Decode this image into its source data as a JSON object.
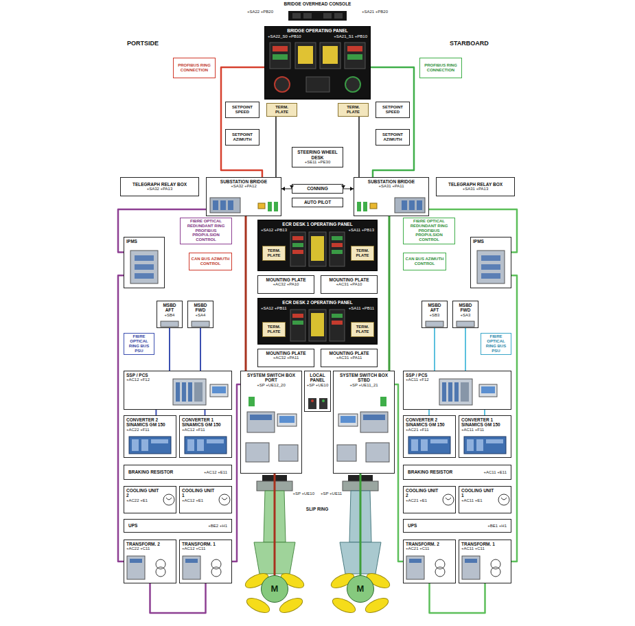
{
  "diagram": {
    "nodes": [
      {
        "text": [
          "BRIDGE OVERHEAD CONSOLE",
          "+SA22 +PB20",
          "+SA21 +PB20"
        ]
      },
      {
        "text": [
          "BRIDGE OPERATING PANEL",
          "+SA22_S0 +PB10",
          "+SA21_S1 +PB10"
        ]
      },
      {
        "text": [
          "PROFIBUS RING CONNECTION"
        ]
      },
      {
        "text": [
          "PROFIBUS RING CONNECTION"
        ]
      },
      {
        "text": [
          "TERM. PLATE"
        ]
      },
      {
        "text": [
          "TERM. PLATE"
        ]
      },
      {
        "text": [
          "SETPOINT SPEED"
        ]
      },
      {
        "text": [
          "SETPOINT SPEED"
        ]
      },
      {
        "text": [
          "SETPOINT AZIMUTH"
        ]
      },
      {
        "text": [
          "SETPOINT AZIMUTH"
        ]
      },
      {
        "text": [
          "STEERING WHEEL DESK",
          "+SE11 +PE30"
        ]
      },
      {
        "text": [
          "TELEGRAPH RELAY BOX",
          "+SA32 +PA13"
        ]
      },
      {
        "text": [
          "SUBSTATION BRIDGE",
          "+SA32 +PA12"
        ]
      },
      {
        "text": [
          "CONNING"
        ]
      },
      {
        "text": [
          "AUTO PILOT"
        ]
      },
      {
        "text": [
          "SUBSTATION BRIDGE",
          "+SA31 +PA11"
        ]
      },
      {
        "text": [
          "TELEGRAPH RELAY BOX",
          "+SA31 +PA13"
        ]
      },
      {
        "text": [
          "FIBRE OPTICAL REDUNDANT RING PROFIBUS PROPULSION CONTROL"
        ]
      },
      {
        "text": [
          "FIBRE OPTICAL REDUNDANT RING PROFIBUS PROPULSION CONTROL"
        ]
      },
      {
        "text": [
          "IPMS"
        ]
      },
      {
        "text": [
          "IPMS"
        ]
      },
      {
        "text": [
          "ECR DESK 1 OPERATING PANEL",
          "+SA12 +PB13",
          "+SA11 +PB13"
        ]
      },
      {
        "text": [
          "TERM. PLATE"
        ],
        "in": 21
      },
      {
        "text": [
          "TERM. PLATE"
        ],
        "in": 21
      },
      {
        "text": [
          "CAN BUS AZIMUTH CONTROL"
        ]
      },
      {
        "text": [
          "CAN BUS AZIMUTH CONTROL"
        ]
      },
      {
        "text": [
          "MOUNTING PLATE",
          "+AC32 +PA10"
        ]
      },
      {
        "text": [
          "MOUNTING PLATE",
          "+AC31 +PA10"
        ]
      },
      {
        "text": [
          "ECR DESK 2 OPERATING PANEL",
          "+SA12 +PB11",
          "+SA11 +PB11"
        ]
      },
      {
        "text": [
          "TERM. PLATE"
        ],
        "in": 28
      },
      {
        "text": [
          "TERM. PLATE"
        ],
        "in": 28
      },
      {
        "text": [
          "MSBD AFT",
          "+SB4"
        ]
      },
      {
        "text": [
          "MSBD FWD",
          "+SA4"
        ]
      },
      {
        "text": [
          "MSBD AFT",
          "+SB3"
        ]
      },
      {
        "text": [
          "MSBD FWD",
          "+SA3"
        ]
      },
      {
        "text": [
          "FIBRE OPTICAL RING BUS PSU"
        ]
      },
      {
        "text": [
          "FIBRE OPTICAL RING BUS PSU"
        ]
      },
      {
        "text": [
          "MOUNTING PLATE",
          "+AC32 +PA11"
        ]
      },
      {
        "text": [
          "MOUNTING PLATE",
          "+AC31 +PA11"
        ]
      },
      {
        "text": [
          "SSP / PCS",
          "+AC12 +F12"
        ]
      },
      {
        "text": [
          "SYSTEM SWITCH BOX PORT",
          "+SP +UE12_20"
        ]
      },
      {
        "text": [
          "LOCAL PANEL",
          "+SP +UE10"
        ]
      },
      {
        "text": [
          "SYSTEM SWITCH BOX STBD",
          "+SP +UE11_21"
        ]
      },
      {
        "text": [
          "SSP / PCS",
          "+AC11 +F12"
        ]
      },
      {
        "text": [
          "CONVERTER 2 SINAMICS GM 150",
          "+AC22 +F11"
        ]
      },
      {
        "text": [
          "CONVERTER 1 SINAMICS GM 150",
          "+AC12 +F11"
        ]
      },
      {
        "text": [
          "CONVERTER 2 SINAMICS GM 150",
          "+AC21 +F11"
        ]
      },
      {
        "text": [
          "CONVERTER 1 SINAMICS GM 150",
          "+AC11 +F11"
        ]
      },
      {
        "text": [
          "BRAKING RESISTOR",
          "+AC12 +E11"
        ]
      },
      {
        "text": [
          "BRAKING RESISTOR",
          "+AC11 +E11"
        ]
      },
      {
        "text": [
          "COOLING UNIT 2",
          "+AC22 +E1"
        ]
      },
      {
        "text": [
          "COOLING UNIT 1",
          "+AC12 +E1"
        ]
      },
      {
        "text": [
          "COOLING UNIT 2",
          "+AC21 +E1"
        ]
      },
      {
        "text": [
          "COOLING UNIT 1",
          "+AC11 +E1"
        ]
      },
      {
        "text": [
          "UPS",
          "+BE2 +H1"
        ]
      },
      {
        "text": [
          "UPS",
          "+BE1 +H1"
        ]
      },
      {
        "text": [
          "TRANSFORM. 2",
          "+AC22 +C11"
        ]
      },
      {
        "text": [
          "TRANSFORM. 1",
          "+AC12 +C11"
        ]
      },
      {
        "text": [
          "TRANSFORM. 2",
          "+AC21 +C11"
        ]
      },
      {
        "text": [
          "TRANSFORM. 1",
          "+AC11 +C11"
        ]
      },
      {
        "text": [
          "M"
        ]
      },
      {
        "text": [
          "M"
        ]
      }
    ],
    "edges": [
      {
        "from": 1,
        "to": 12,
        "arrow": "none"
      },
      {
        "from": 4,
        "to": 12,
        "arrow": "none"
      },
      {
        "from": 1,
        "to": 15,
        "arrow": "none"
      },
      {
        "from": 5,
        "to": 15,
        "arrow": "none"
      },
      {
        "from": 13,
        "to": 12,
        "arrow": "both"
      },
      {
        "from": 13,
        "to": 15,
        "arrow": "both"
      },
      {
        "from": 12,
        "to": 40,
        "arrow": "none"
      },
      {
        "from": 15,
        "to": 42,
        "arrow": "none"
      },
      {
        "from": 12,
        "to": 19,
        "arrow": "none"
      },
      {
        "from": 19,
        "to": 56,
        "arrow": "none"
      },
      {
        "from": 56,
        "to": 57,
        "arrow": "none"
      },
      {
        "from": 57,
        "to": 40,
        "arrow": "none"
      },
      {
        "from": 15,
        "to": 20,
        "arrow": "none"
      },
      {
        "from": 20,
        "to": 59,
        "arrow": "none"
      },
      {
        "from": 59,
        "to": 58,
        "arrow": "none"
      },
      {
        "from": 58,
        "to": 42,
        "arrow": "none"
      },
      {
        "from": 31,
        "to": 39,
        "arrow": "none"
      },
      {
        "from": 32,
        "to": 39,
        "arrow": "none"
      },
      {
        "from": 33,
        "to": 43,
        "arrow": "none"
      },
      {
        "from": 34,
        "to": 43,
        "arrow": "none"
      },
      {
        "from": 39,
        "to": 44,
        "arrow": "none"
      },
      {
        "from": 39,
        "to": 45,
        "arrow": "none"
      },
      {
        "from": 43,
        "to": 46,
        "arrow": "none"
      },
      {
        "from": 43,
        "to": 47,
        "arrow": "none"
      },
      {
        "from": 40,
        "to": 60,
        "arrow": "none"
      },
      {
        "from": 42,
        "to": 61,
        "arrow": "none"
      }
    ],
    "labels": [
      "PORTSIDE",
      "STARBOARD",
      "+SP +UE10",
      "SLIP RING",
      "+SP +UE11"
    ]
  }
}
